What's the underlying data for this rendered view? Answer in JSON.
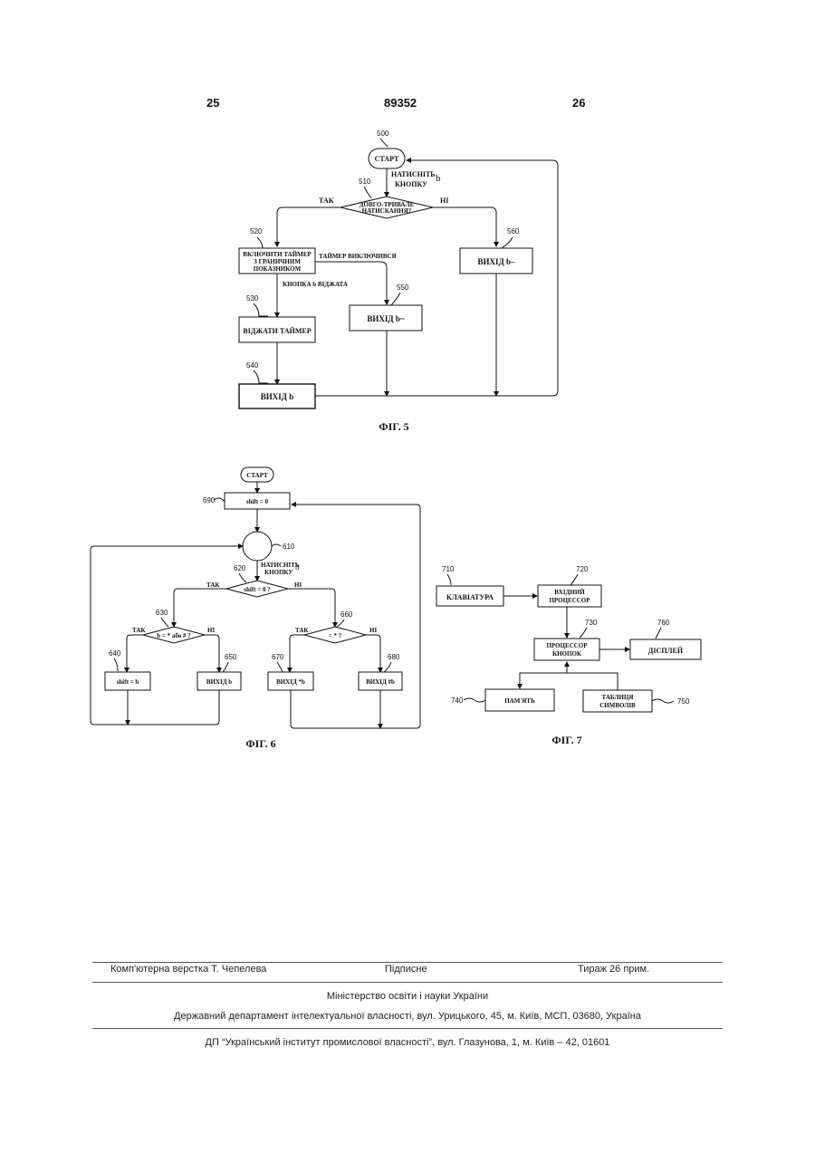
{
  "header": {
    "page_left": "25",
    "doc_number": "89352",
    "page_right": "26"
  },
  "fig5": {
    "caption": "ФІГ. 5",
    "ref_500": "500",
    "start": "СТАРТ",
    "press_line1": "НАТИСНІТЬ",
    "press_b": "b",
    "press_line2": "КНОПКУ",
    "ref_510": "510",
    "decision_line1": "ДОВГО-ТРИВАЛЕ",
    "decision_line2": "НАТИСКАННЯ?",
    "yes": "ТАК",
    "no": "НІ",
    "ref_520": "520",
    "timer_line1": "ВКЛЮЧИТИ ТАЙМЕР",
    "timer_line2": "З ГРАНИЧНИМ",
    "timer_line3": "ПОКАЗНИКОМ",
    "timer_off": "ТАЙМЕР ВИКЛЮЧИВСЯ",
    "released": "КНОПКА b ВІДЖАТА",
    "ref_530": "530",
    "release_timer": "ВІДЖАТИ ТАЙМЕР",
    "ref_540": "540",
    "output_b": "ВИХІД   b",
    "ref_550": "550",
    "output_b_tilde": "ВИХІД   b~",
    "ref_560": "560",
    "output_b_minus": "ВИХІД   b–"
  },
  "fig6": {
    "caption": "ФІГ. 6",
    "start": "СТАРТ",
    "ref_690": "690",
    "shift_init": "shift = 0",
    "ref_610": "610",
    "press_line1": "НАТИСНІТЬ",
    "press_b": "b",
    "press_line2": "КНОПКУ",
    "ref_620": "620",
    "shift_check": "shift = 0 ?",
    "yes": "ТАК",
    "no": "НІ",
    "ref_630": "630",
    "star_or_hash": "b = * або # ?",
    "ref_660": "660",
    "star_check": "= * ?",
    "ref_640": "640",
    "shift_b": "shift = b",
    "ref_650": "650",
    "output_b": "ВИХІД  b",
    "ref_670": "670",
    "output_star_b": "ВИХІД  *b",
    "ref_680": "680",
    "output_hash_b": "ВИХІД  #b"
  },
  "fig7": {
    "caption": "ФІГ. 7",
    "ref_710": "710",
    "keyboard": "КЛАВІАТУРА",
    "ref_720": "720",
    "input_proc_line1": "ВХІДНИЙ",
    "input_proc_line2": "ПРОЦЕССОР",
    "ref_730": "730",
    "key_proc_line1": "ПРОЦЕССОР",
    "key_proc_line2": "КНОПОК",
    "ref_760": "760",
    "display": "ДІСПЛЕЙ",
    "ref_740": "740",
    "memory": "ПАМ'ЯТЬ",
    "ref_750": "750",
    "symbols_line1": "ТАБЛИЦЯ",
    "symbols_line2": "СИМВОЛІВ"
  },
  "footer": {
    "typesetting": "Комп'ютерна верстка Т. Чепелева",
    "signed": "Підписне",
    "print_run": "Тираж 26 прим.",
    "ministry": "Міністерство освіти і науки України",
    "department": "Державний департамент інтелектуальної власності, вул. Урицького, 45, м. Київ, МСП, 03680, Україна",
    "institute": "ДП “Український інститут промислової власності”, вул. Глазунова, 1, м. Київ – 42, 01601"
  }
}
